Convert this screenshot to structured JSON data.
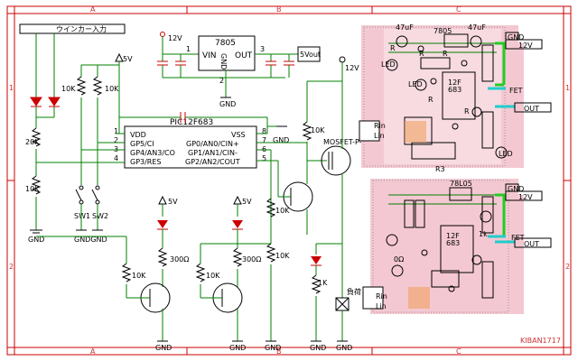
{
  "frame": {
    "col_labels": [
      "A",
      "B",
      "C"
    ],
    "row_labels": [
      "1",
      "2"
    ],
    "watermark": "KIBAN1717"
  },
  "schematic": {
    "input_label": "ウインカー入力",
    "v5_top": "5V",
    "r10k_a": "10K",
    "r10k_b": "10K",
    "r20k": "20K",
    "r10k_c": "10K",
    "sw1": "SW1",
    "sw2": "SW2",
    "gnd_1": "GND",
    "gnd_sw": "GNDGND",
    "v12_reg": "12V",
    "reg_name": "7805",
    "reg_vin": "VIN",
    "reg_gnd": "GND",
    "reg_out": "OUT",
    "reg_pin1": "1",
    "reg_pin2": "2",
    "reg_pin3": "3",
    "reg_gnd_label": "GND",
    "v5_out": "5Vout",
    "v12_right": "12V",
    "mcu_name": "PIC12F683",
    "mcu_left_pins": [
      "VDD",
      "GP5/CI",
      "GP4/AN3/CO",
      "GP3/RES"
    ],
    "mcu_left_nums": [
      "1",
      "2",
      "3",
      "4"
    ],
    "mcu_right_pins": [
      "VSS",
      "GP0/AN0/CIN+",
      "GP1/AN1/CIN-",
      "GP2/AN2/COUT"
    ],
    "mcu_right_nums": [
      "8",
      "7",
      "6",
      "5"
    ],
    "mcu_gnd": "GND",
    "r10k_fet": "10K",
    "mosfet": "MOSFET-P-C",
    "led1_v": "5V",
    "led1_r": "300Ω",
    "led1_rb": "10K",
    "led1_gnd": "GND",
    "led2_v": "5V",
    "led2_r": "300Ω",
    "led2_rb": "10K",
    "led2_gnd": "GND",
    "q3_rb": "10K",
    "q3_re": "10K",
    "q3_gnd": "GND",
    "led3_r": "1K",
    "led3_gnd": "GND",
    "load": "負荷",
    "load_gnd": "GND"
  },
  "board_top": {
    "cap_a": "47uF",
    "reg": "7805",
    "cap_b": "47uF",
    "gnd": "GND",
    "v12": "12V",
    "fet": "FET",
    "out": "OUT",
    "mcu": "12F",
    "mcu2": "683",
    "led_l": "LED",
    "led_m": "LED",
    "led_r": "LED",
    "rin": "Rin",
    "lin": "Lin",
    "r_labels": [
      "R",
      "R",
      "R",
      "R",
      "R"
    ],
    "r3": "R3"
  },
  "board_bottom": {
    "reg": "78L05",
    "gnd": "GND",
    "v12": "12V",
    "fet": "FET",
    "out": "OUT",
    "mcu": "12F",
    "mcu2": "683",
    "r_a": "1k",
    "r_b": "0Ω",
    "rin": "Rin",
    "lin": "Lin"
  }
}
